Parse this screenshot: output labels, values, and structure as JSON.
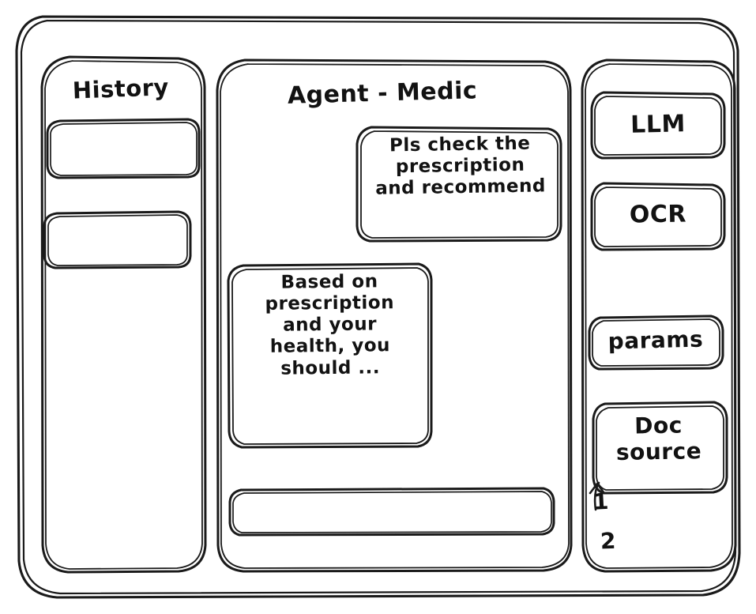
{
  "app": {
    "frame_name": "app-window"
  },
  "history": {
    "title": "History",
    "items": [
      {
        "label": ""
      },
      {
        "label": ""
      }
    ]
  },
  "agent": {
    "title": "Agent - Medic",
    "messages": [
      {
        "role": "user",
        "text": "Pls check the\nprescription\nand recommend"
      },
      {
        "role": "assistant",
        "text": "Based on\nprescription\nand your\nhealth, you\nshould ..."
      }
    ],
    "composer": {
      "value": "",
      "placeholder": ""
    }
  },
  "tools": {
    "buttons": [
      {
        "label": "LLM"
      },
      {
        "label": "OCR"
      },
      {
        "label": "params"
      },
      {
        "label": "Doc\nsource"
      }
    ],
    "doc_sources": [
      {
        "label": "1"
      },
      {
        "label": "2"
      }
    ]
  },
  "style": {
    "stroke": "#1a1a1a",
    "background": "#ffffff"
  }
}
